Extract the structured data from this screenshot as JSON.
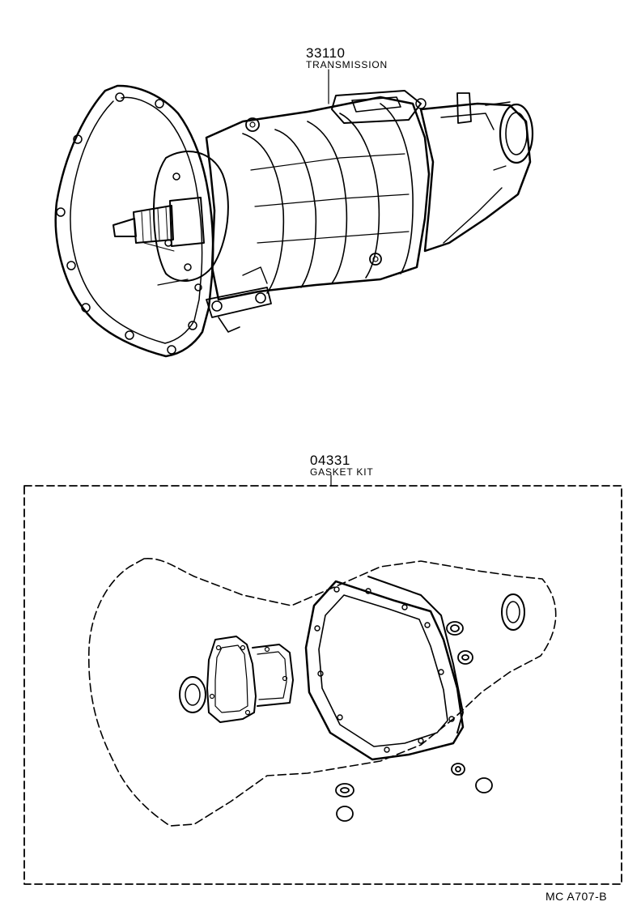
{
  "parts": [
    {
      "number": "33110",
      "name": "TRANSMISSION"
    },
    {
      "number": "04331",
      "name": "GASKET KIT"
    }
  ],
  "diagram_code": "MC  A707-B",
  "colors": {
    "ink": "#000000",
    "paper": "#ffffff"
  }
}
